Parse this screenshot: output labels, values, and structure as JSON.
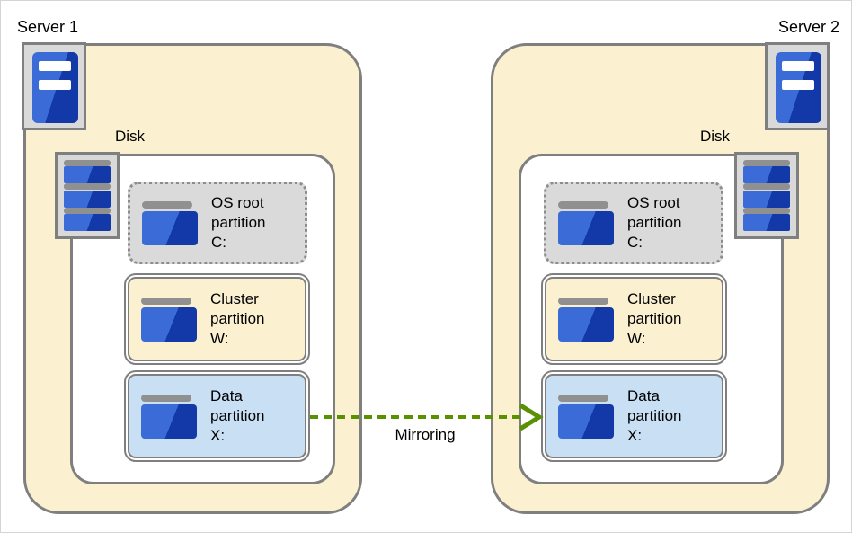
{
  "colors": {
    "server_fill": "#FBF0D0",
    "border_gray": "#7F7F7F",
    "panel_gray": "#D9D9D9",
    "dot_gray": "#8C8C8C",
    "os_fill": "#DADADA",
    "data_fill": "#C9DFF3",
    "icon_gray": "#909090",
    "icon_blue_light": "#3A6BD6",
    "icon_blue_dark": "#1338A8",
    "arrow_green": "#5A9100"
  },
  "servers": [
    {
      "name": "Server 1",
      "disk_label": "Disk",
      "partitions": [
        {
          "id": "os-root",
          "line1": "OS root",
          "line2": "partition",
          "line3": "C:"
        },
        {
          "id": "cluster",
          "line1": "Cluster",
          "line2": "partition",
          "line3": "W:"
        },
        {
          "id": "data",
          "line1": "Data",
          "line2": "partition",
          "line3": "X:"
        }
      ]
    },
    {
      "name": "Server 2",
      "disk_label": "Disk",
      "partitions": [
        {
          "id": "os-root",
          "line1": "OS root",
          "line2": "partition",
          "line3": "C:"
        },
        {
          "id": "cluster",
          "line1": "Cluster",
          "line2": "partition",
          "line3": "W:"
        },
        {
          "id": "data",
          "line1": "Data",
          "line2": "partition",
          "line3": "X:"
        }
      ]
    }
  ],
  "arrow": {
    "label": "Mirroring"
  }
}
